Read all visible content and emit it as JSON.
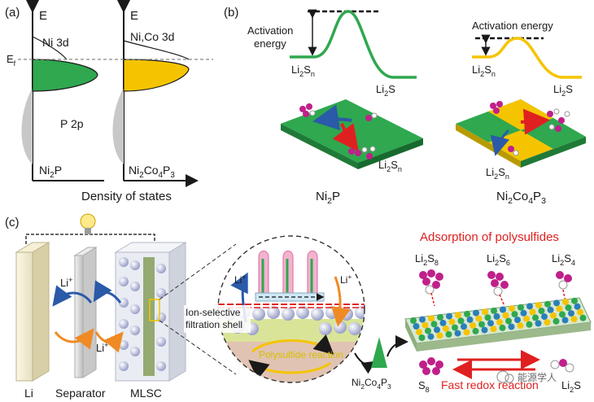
{
  "panel_a": {
    "label": "(a)",
    "left_axis_e": "E",
    "right_axis_e": "E",
    "left_d_band": "Ni 3d",
    "right_d_band": "Ni,Co 3d",
    "fermi_main": "E",
    "fermi_sub": "f",
    "p_band": "P 2p",
    "left_material": {
      "parts": [
        "Ni",
        "2",
        "P"
      ]
    },
    "right_material": {
      "parts": [
        "Ni",
        "2",
        "Co",
        "4",
        "P",
        "3"
      ]
    },
    "xlabel": "Density of states"
  },
  "panel_b": {
    "label": "(b)",
    "left_barrier_label_1": "Activation",
    "left_barrier_label_2": "energy",
    "right_barrier_label": "Activation energy",
    "left_start": {
      "parts": [
        "Li",
        "2",
        "S",
        "n"
      ]
    },
    "left_end": {
      "parts": [
        "Li",
        "2",
        "S"
      ]
    },
    "right_start": {
      "parts": [
        "Li",
        "2",
        "S",
        "n"
      ]
    },
    "right_end": {
      "parts": [
        "Li",
        "2",
        "S"
      ]
    },
    "left_surface_label": {
      "parts": [
        "Li",
        "2",
        "S",
        "n"
      ]
    },
    "right_surface_label": {
      "parts": [
        "Li",
        "2",
        "S",
        "n"
      ]
    },
    "left_material": {
      "parts": [
        "Ni",
        "2",
        "P"
      ]
    },
    "right_material": {
      "parts": [
        "Ni",
        "2",
        "Co",
        "4",
        "P",
        "3"
      ]
    }
  },
  "panel_c": {
    "label": "(c)",
    "li_ion_top": {
      "parts": [
        "Li",
        "+"
      ]
    },
    "li_ion_bottom": {
      "parts": [
        "Li",
        "+"
      ]
    },
    "li_ion_zoom_left": {
      "parts": [
        "Li",
        "+"
      ]
    },
    "li_ion_zoom_right": {
      "parts": [
        "Li",
        "+"
      ]
    },
    "cell_li": "Li",
    "cell_separator": "Separator",
    "cell_mlsc": "MLSC",
    "filtration_label_1": "Ion-selective",
    "filtration_label_2": "filtration shell",
    "polysulfide_reaction": "Polysulfide reaction",
    "catalyst_label": {
      "parts": [
        "Ni",
        "2",
        "Co",
        "4",
        "P",
        "3"
      ]
    },
    "adsorption_title": "Adsorption of polysulfides",
    "species_1": {
      "parts": [
        "Li",
        "2",
        "S",
        "8"
      ]
    },
    "species_2": {
      "parts": [
        "Li",
        "2",
        "S",
        "6"
      ]
    },
    "species_3": {
      "parts": [
        "Li",
        "2",
        "S",
        "4"
      ]
    },
    "s8_label": {
      "parts": [
        "S",
        "8"
      ]
    },
    "fast_redox": "Fast redox reaction",
    "li2s_label": {
      "parts": [
        "Li",
        "2",
        "S"
      ]
    },
    "watermark": "能源学人"
  },
  "colors": {
    "green": "#2fa84f",
    "yellow": "#f5c400",
    "grey": "#c8c8c8",
    "red": "#e02020",
    "blue": "#2a5aa8",
    "orange": "#f08a24",
    "magenta": "#c0208a"
  }
}
